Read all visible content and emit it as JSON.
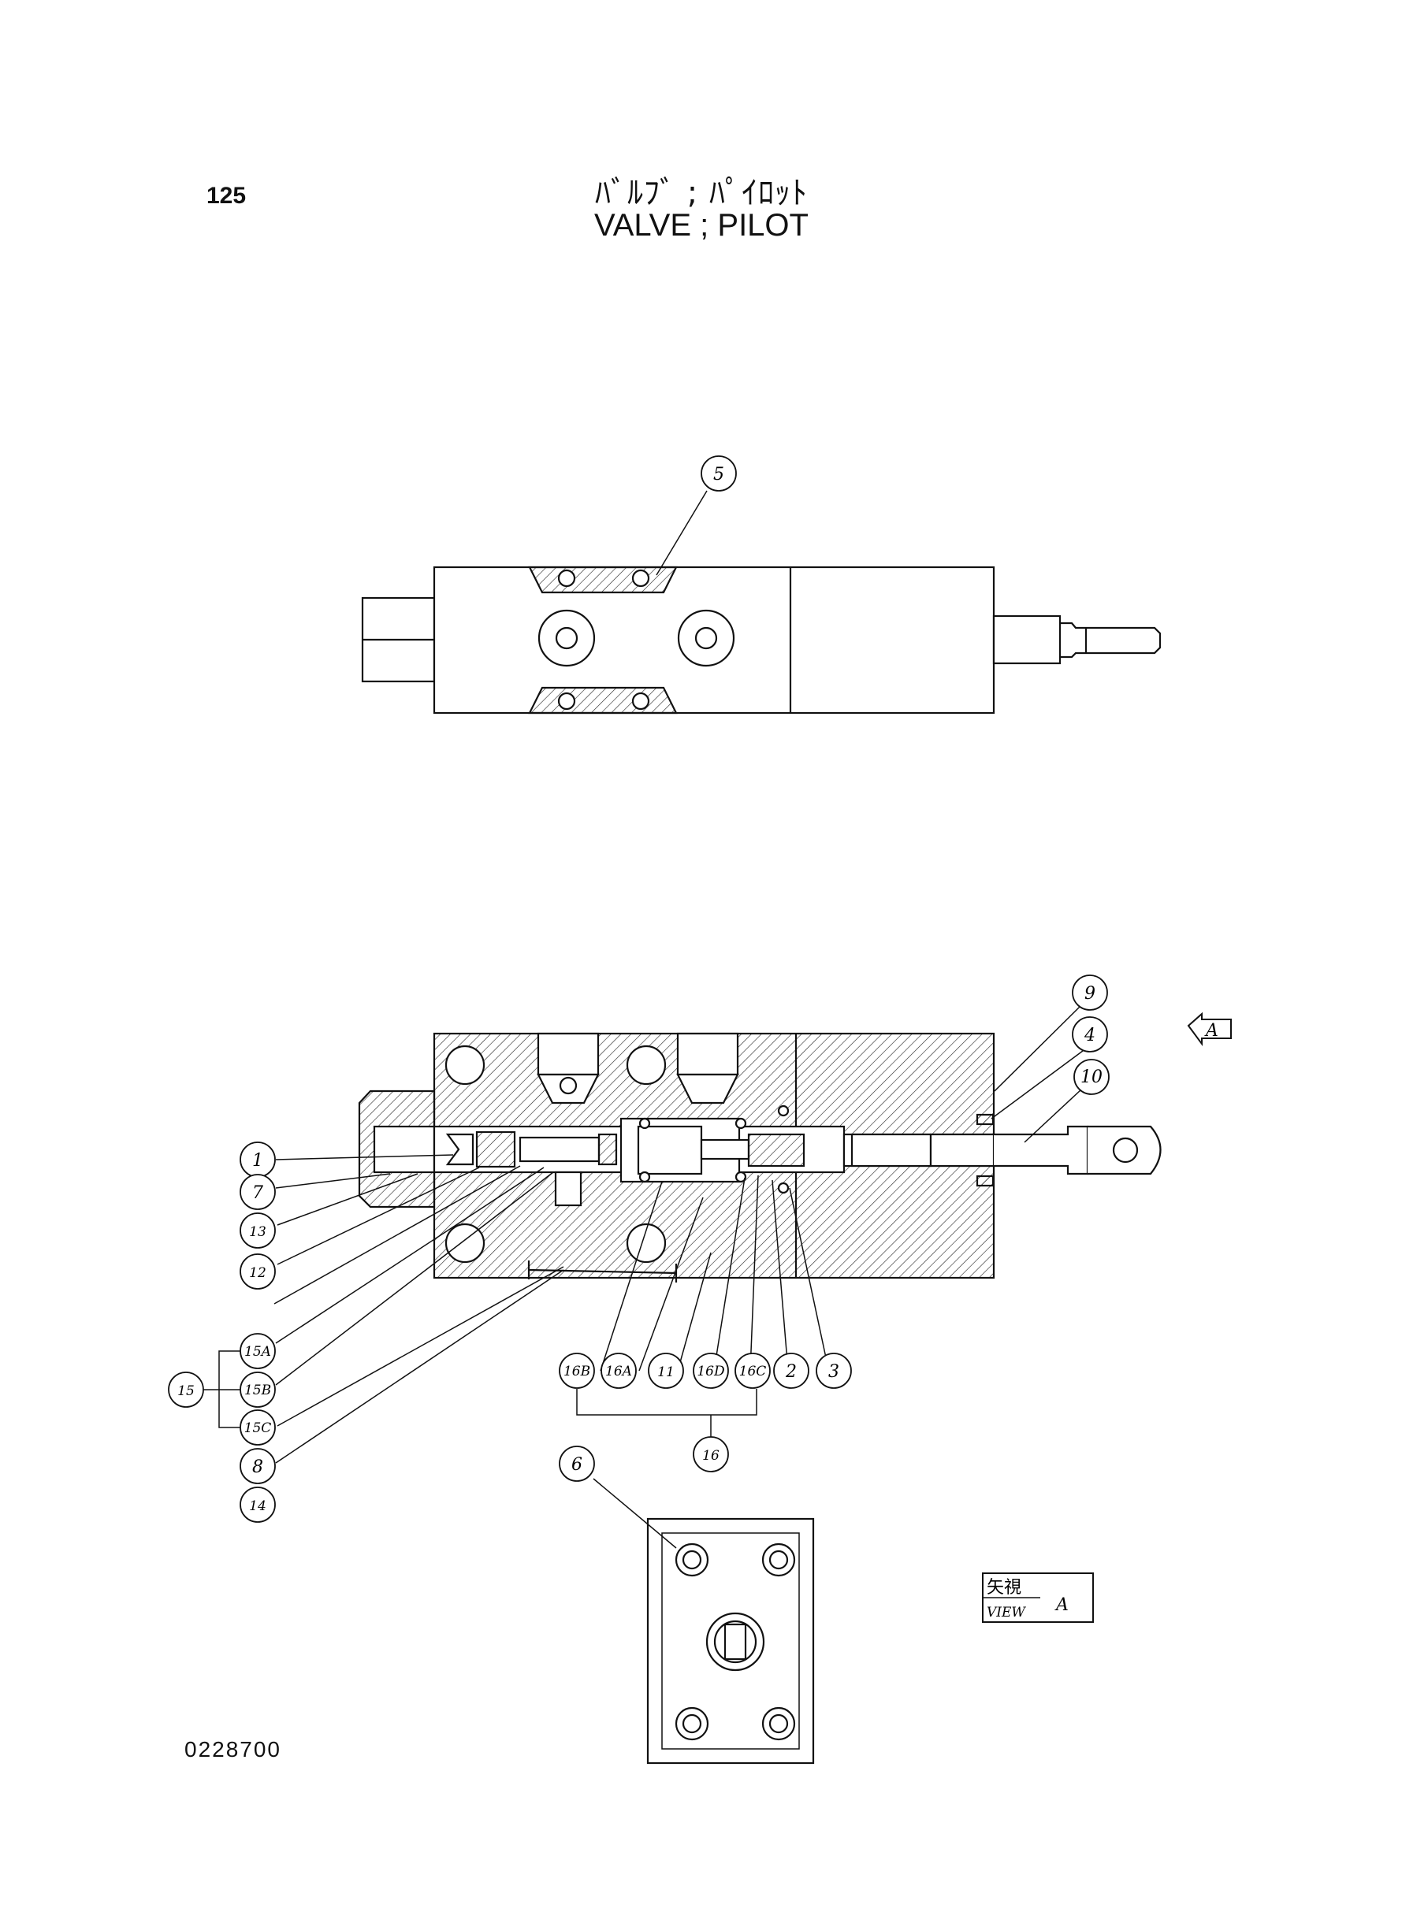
{
  "header": {
    "page_number": "125",
    "title_ja": "ﾊﾞﾙﾌﾞ ; ﾊﾟｲﾛｯﾄ",
    "title_en": "VALVE ; PILOT"
  },
  "footer": {
    "drawing_number": "0228700"
  },
  "view_marker": {
    "arrow_letter": "A"
  },
  "view_label": {
    "kanji": "矢視",
    "word": "VIEW",
    "letter": "A"
  },
  "callouts": {
    "c1": "1",
    "c2": "2",
    "c3": "3",
    "c4": "4",
    "c5": "5",
    "c6": "6",
    "c7": "7",
    "c8": "8",
    "c9": "9",
    "c10": "10",
    "c11": "11",
    "c12": "12",
    "c13": "13",
    "c14": "14",
    "c15": "15",
    "c15a": "15A",
    "c15b": "15B",
    "c15c": "15C",
    "c16": "16",
    "c16a": "16A",
    "c16b": "16B",
    "c16c": "16C",
    "c16d": "16D"
  }
}
